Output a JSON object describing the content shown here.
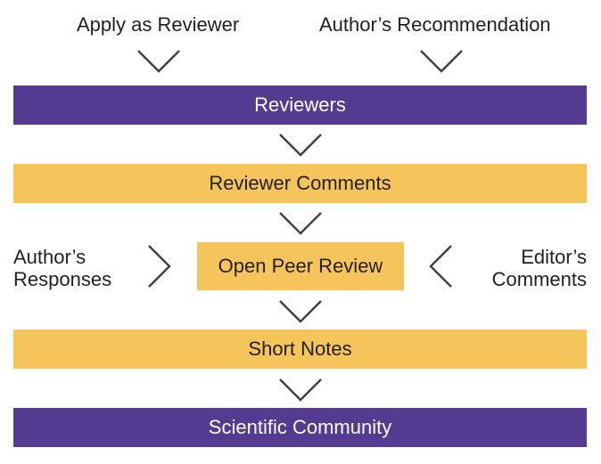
{
  "colors": {
    "purple": "#523b91",
    "gold": "#f5c45a",
    "arrow": "#404041",
    "text": "#231f20"
  },
  "inputs": {
    "apply": "Apply as Reviewer",
    "recommendation": "Author’s Recommendation"
  },
  "stages": {
    "reviewers": "Reviewers",
    "reviewer_comments": "Reviewer Comments",
    "open_peer_review": "Open Peer Review",
    "short_notes": "Short Notes",
    "scientific_community": "Scientific Community"
  },
  "side_inputs": {
    "left": {
      "line1": "Author’s",
      "line2": "Responses"
    },
    "right": {
      "line1": "Editor’s",
      "line2": "Comments"
    }
  }
}
